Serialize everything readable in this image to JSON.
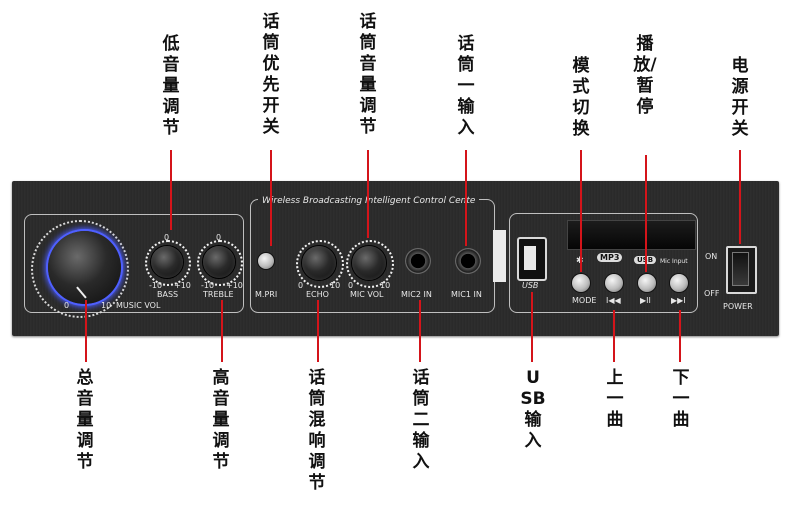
{
  "top_labels": [
    {
      "id": "bass",
      "text": "低音量调节"
    },
    {
      "id": "mic-priority",
      "text": "话筒优先开关"
    },
    {
      "id": "mic-volume",
      "text": "话筒音量调节"
    },
    {
      "id": "mic1-input",
      "text": "话筒一输入"
    },
    {
      "id": "mode",
      "text": "模式切换"
    },
    {
      "id": "play-pause",
      "text": "播放/暂停"
    },
    {
      "id": "power",
      "text": "电源开关"
    }
  ],
  "bottom_labels": [
    {
      "id": "master-volume",
      "text": "总音量调节"
    },
    {
      "id": "treble",
      "text": "高音量调节"
    },
    {
      "id": "echo",
      "text": "话筒混响调节"
    },
    {
      "id": "mic2-input",
      "text": "话筒二输入"
    },
    {
      "id": "usb-input",
      "text": "USB输入"
    },
    {
      "id": "prev-track",
      "text": "上一曲"
    },
    {
      "id": "next-track",
      "text": "下一曲"
    }
  ],
  "panel": {
    "header": "Wireless Broadcasting Intelligent Control Cente",
    "music_vol": "MUSIC VOL",
    "music_min": "0",
    "music_max": "10",
    "bass": "BASS",
    "treble": "TREBLE",
    "tone_zero": "0",
    "tone_min": "-10",
    "tone_max": "+10",
    "mpri": "M.PRI",
    "echo": "ECHO",
    "mic_vol": "MIC VOL",
    "knob_min": "0",
    "knob_max": "10",
    "mic2_in": "MIC2 IN",
    "mic1_in": "MIC1 IN",
    "usb": "USB",
    "mp3_badge": "MP3",
    "usb_badge": "USB",
    "mic_input_badge": "Mic Input",
    "mode": "MODE",
    "prev_symbol": "I◀◀",
    "play_symbol": "▶II",
    "next_symbol": "▶▶I",
    "on": "ON",
    "off": "OFF",
    "power": "POWER"
  },
  "colors": {
    "leader": "#d4141a",
    "panel": "#2b2b2b",
    "music_led": "#4a5cff"
  }
}
